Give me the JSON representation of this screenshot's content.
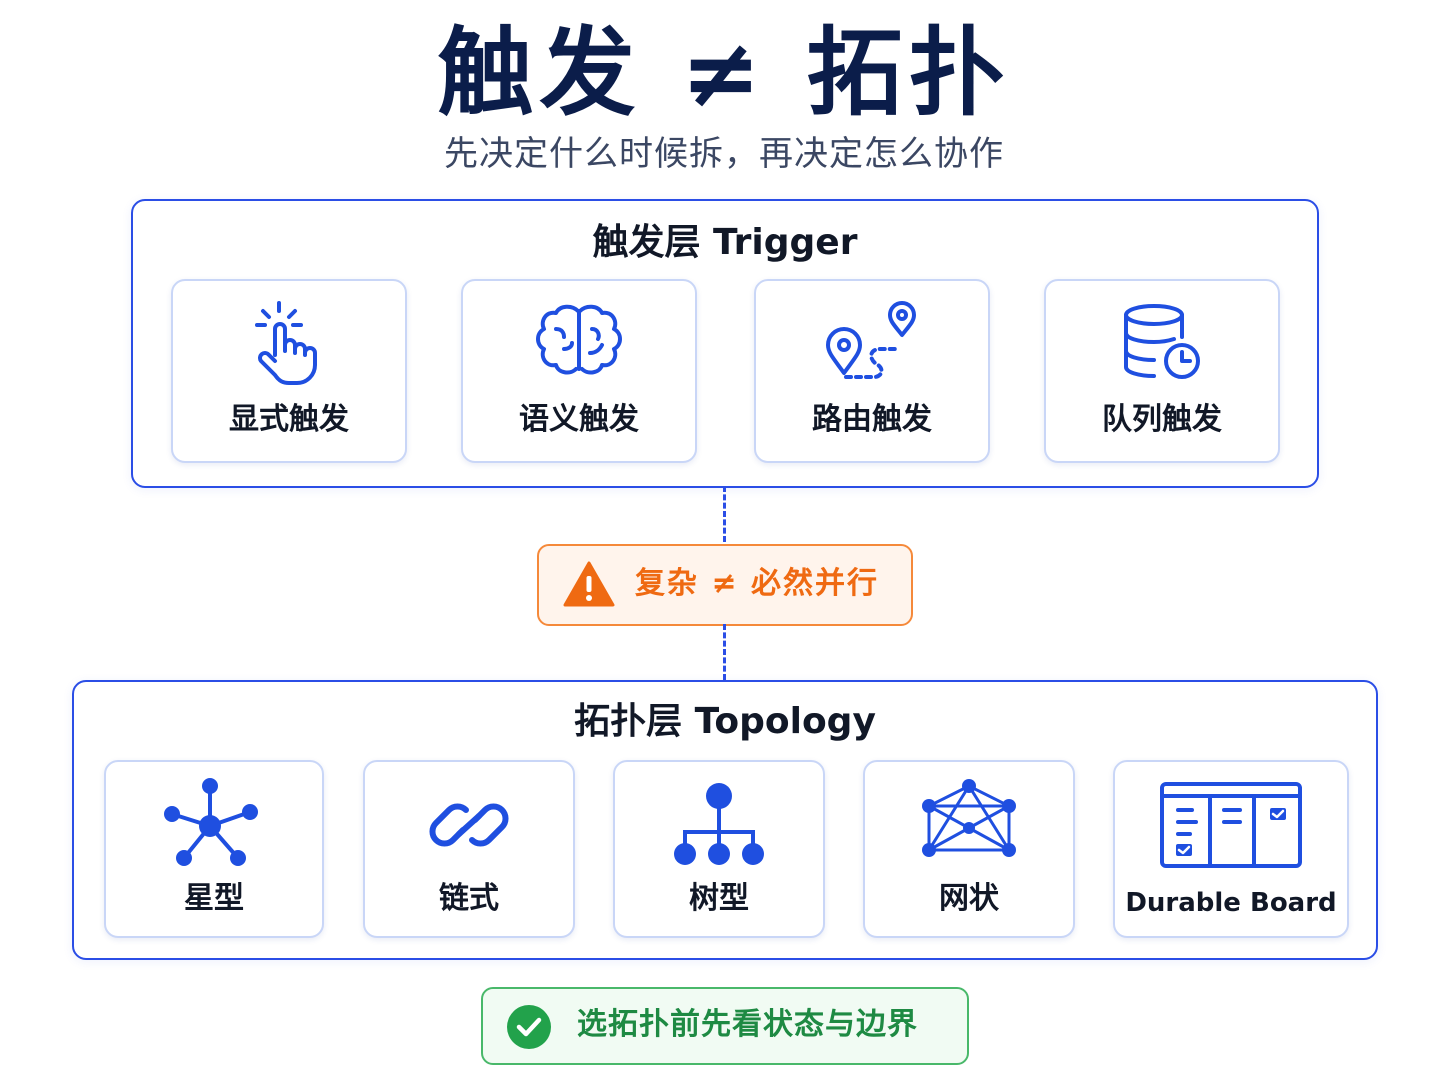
{
  "header": {
    "title": "触发 ≠ 拓扑",
    "subtitle": "先决定什么时候拆，再决定怎么协作"
  },
  "trigger_layer": {
    "title": "触发层 Trigger",
    "cards": [
      {
        "label": "显式触发",
        "icon": "tap-icon"
      },
      {
        "label": "语义触发",
        "icon": "brain-icon"
      },
      {
        "label": "路由触发",
        "icon": "route-icon"
      },
      {
        "label": "队列触发",
        "icon": "database-clock-icon"
      }
    ]
  },
  "warning": {
    "text": "复杂 ≠ 必然并行",
    "icon": "warning-icon"
  },
  "topology_layer": {
    "title": "拓扑层 Topology",
    "cards": [
      {
        "label": "星型",
        "icon": "star-network-icon"
      },
      {
        "label": "链式",
        "icon": "chain-link-icon"
      },
      {
        "label": "树型",
        "icon": "tree-icon"
      },
      {
        "label": "网状",
        "icon": "mesh-icon"
      },
      {
        "label": "Durable Board",
        "icon": "board-icon"
      }
    ]
  },
  "footer": {
    "text": "选拓扑前先看状态与边界",
    "icon": "check-circle-icon"
  },
  "colors": {
    "navy": "#0b1d4a",
    "blue": "#2b4ee6",
    "icon_blue": "#1f4fe0",
    "orange": "#ef6a12",
    "green": "#1e8a43"
  }
}
